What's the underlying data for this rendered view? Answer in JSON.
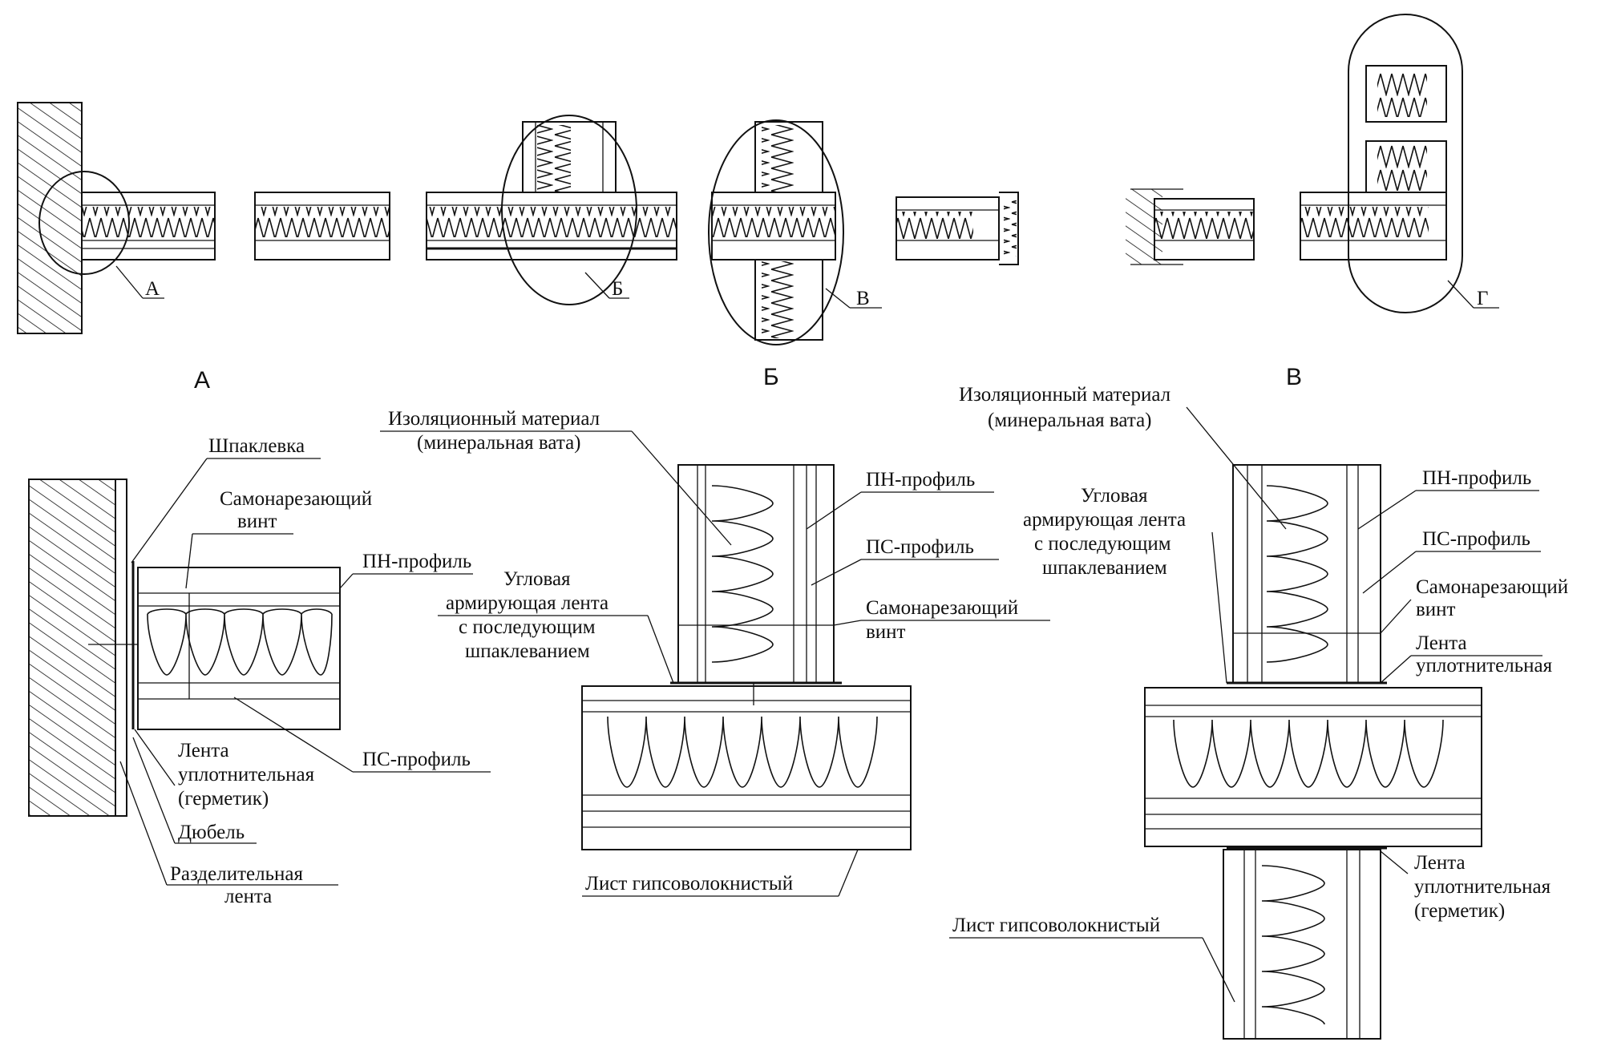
{
  "overview": {
    "callouts": [
      "А",
      "Б",
      "В",
      "Г"
    ]
  },
  "details": {
    "A": {
      "title": "А",
      "labels": {
        "putty": "Шпаклевка",
        "screw": "Самонарезающий винт",
        "pn_profile": "ПН-профиль",
        "seal_tape": "Лента уплотнительная (герметик)",
        "ps_profile": "ПС-профиль",
        "dowel": "Дюбель",
        "separating_tape": "Разделительная лента"
      }
    },
    "B": {
      "title": "Б",
      "labels": {
        "insulation": "Изоляционный материал (минеральная вата)",
        "pn_profile": "ПН-профиль",
        "ps_profile": "ПС-профиль",
        "corner_tape": "Угловая армирующая лента с последующим шпаклеванием",
        "screw": "Самонарезающий винт",
        "gypsum_sheet": "Лист гипсоволокнистый"
      }
    },
    "V": {
      "title": "В",
      "labels": {
        "insulation": "Изоляционный материал (минеральная вата)",
        "pn_profile": "ПН-профиль",
        "ps_profile": "ПС-профиль",
        "corner_tape": "Угловая армирующая лента с последующим шпаклеванием",
        "screw": "Самонарезающий винт",
        "seal_tape_top": "Лента уплотнительная",
        "seal_tape_bottom": "Лента уплотнительная (герметик)",
        "gypsum_sheet": "Лист гипсоволокнистый"
      }
    }
  },
  "display": {
    "A_screw_l1": "Самонарезающий",
    "A_screw_l2": "винт",
    "A_seal_l1": "Лента",
    "A_seal_l2": "уплотнительная",
    "A_seal_l3": "(герметик)",
    "A_sep_l1": "Разделительная",
    "A_sep_l2": "лента",
    "B_ins_l1": "Изоляционный материал",
    "B_ins_l2": "(минеральная вата)",
    "B_corner_l1": "Угловая",
    "B_corner_l2": "армирующая лента",
    "B_corner_l3": "с последующим",
    "B_corner_l4": "шпаклеванием",
    "B_screw_l1": "Самонарезающий",
    "B_screw_l2": "винт",
    "V_ins_l1": "Изоляционный материал",
    "V_ins_l2": "(минеральная вата)",
    "V_corner_l1": "Угловая",
    "V_corner_l2": "армирующая лента",
    "V_corner_l3": "с последующим",
    "V_corner_l4": "шпаклеванием",
    "V_screw_l1": "Самонарезающий",
    "V_screw_l2": "винт",
    "V_seal_top_l1": "Лента",
    "V_seal_top_l2": "уплотнительная",
    "V_seal_bot_l1": "Лента",
    "V_seal_bot_l2": "уплотнительная",
    "V_seal_bot_l3": "(герметик)"
  }
}
